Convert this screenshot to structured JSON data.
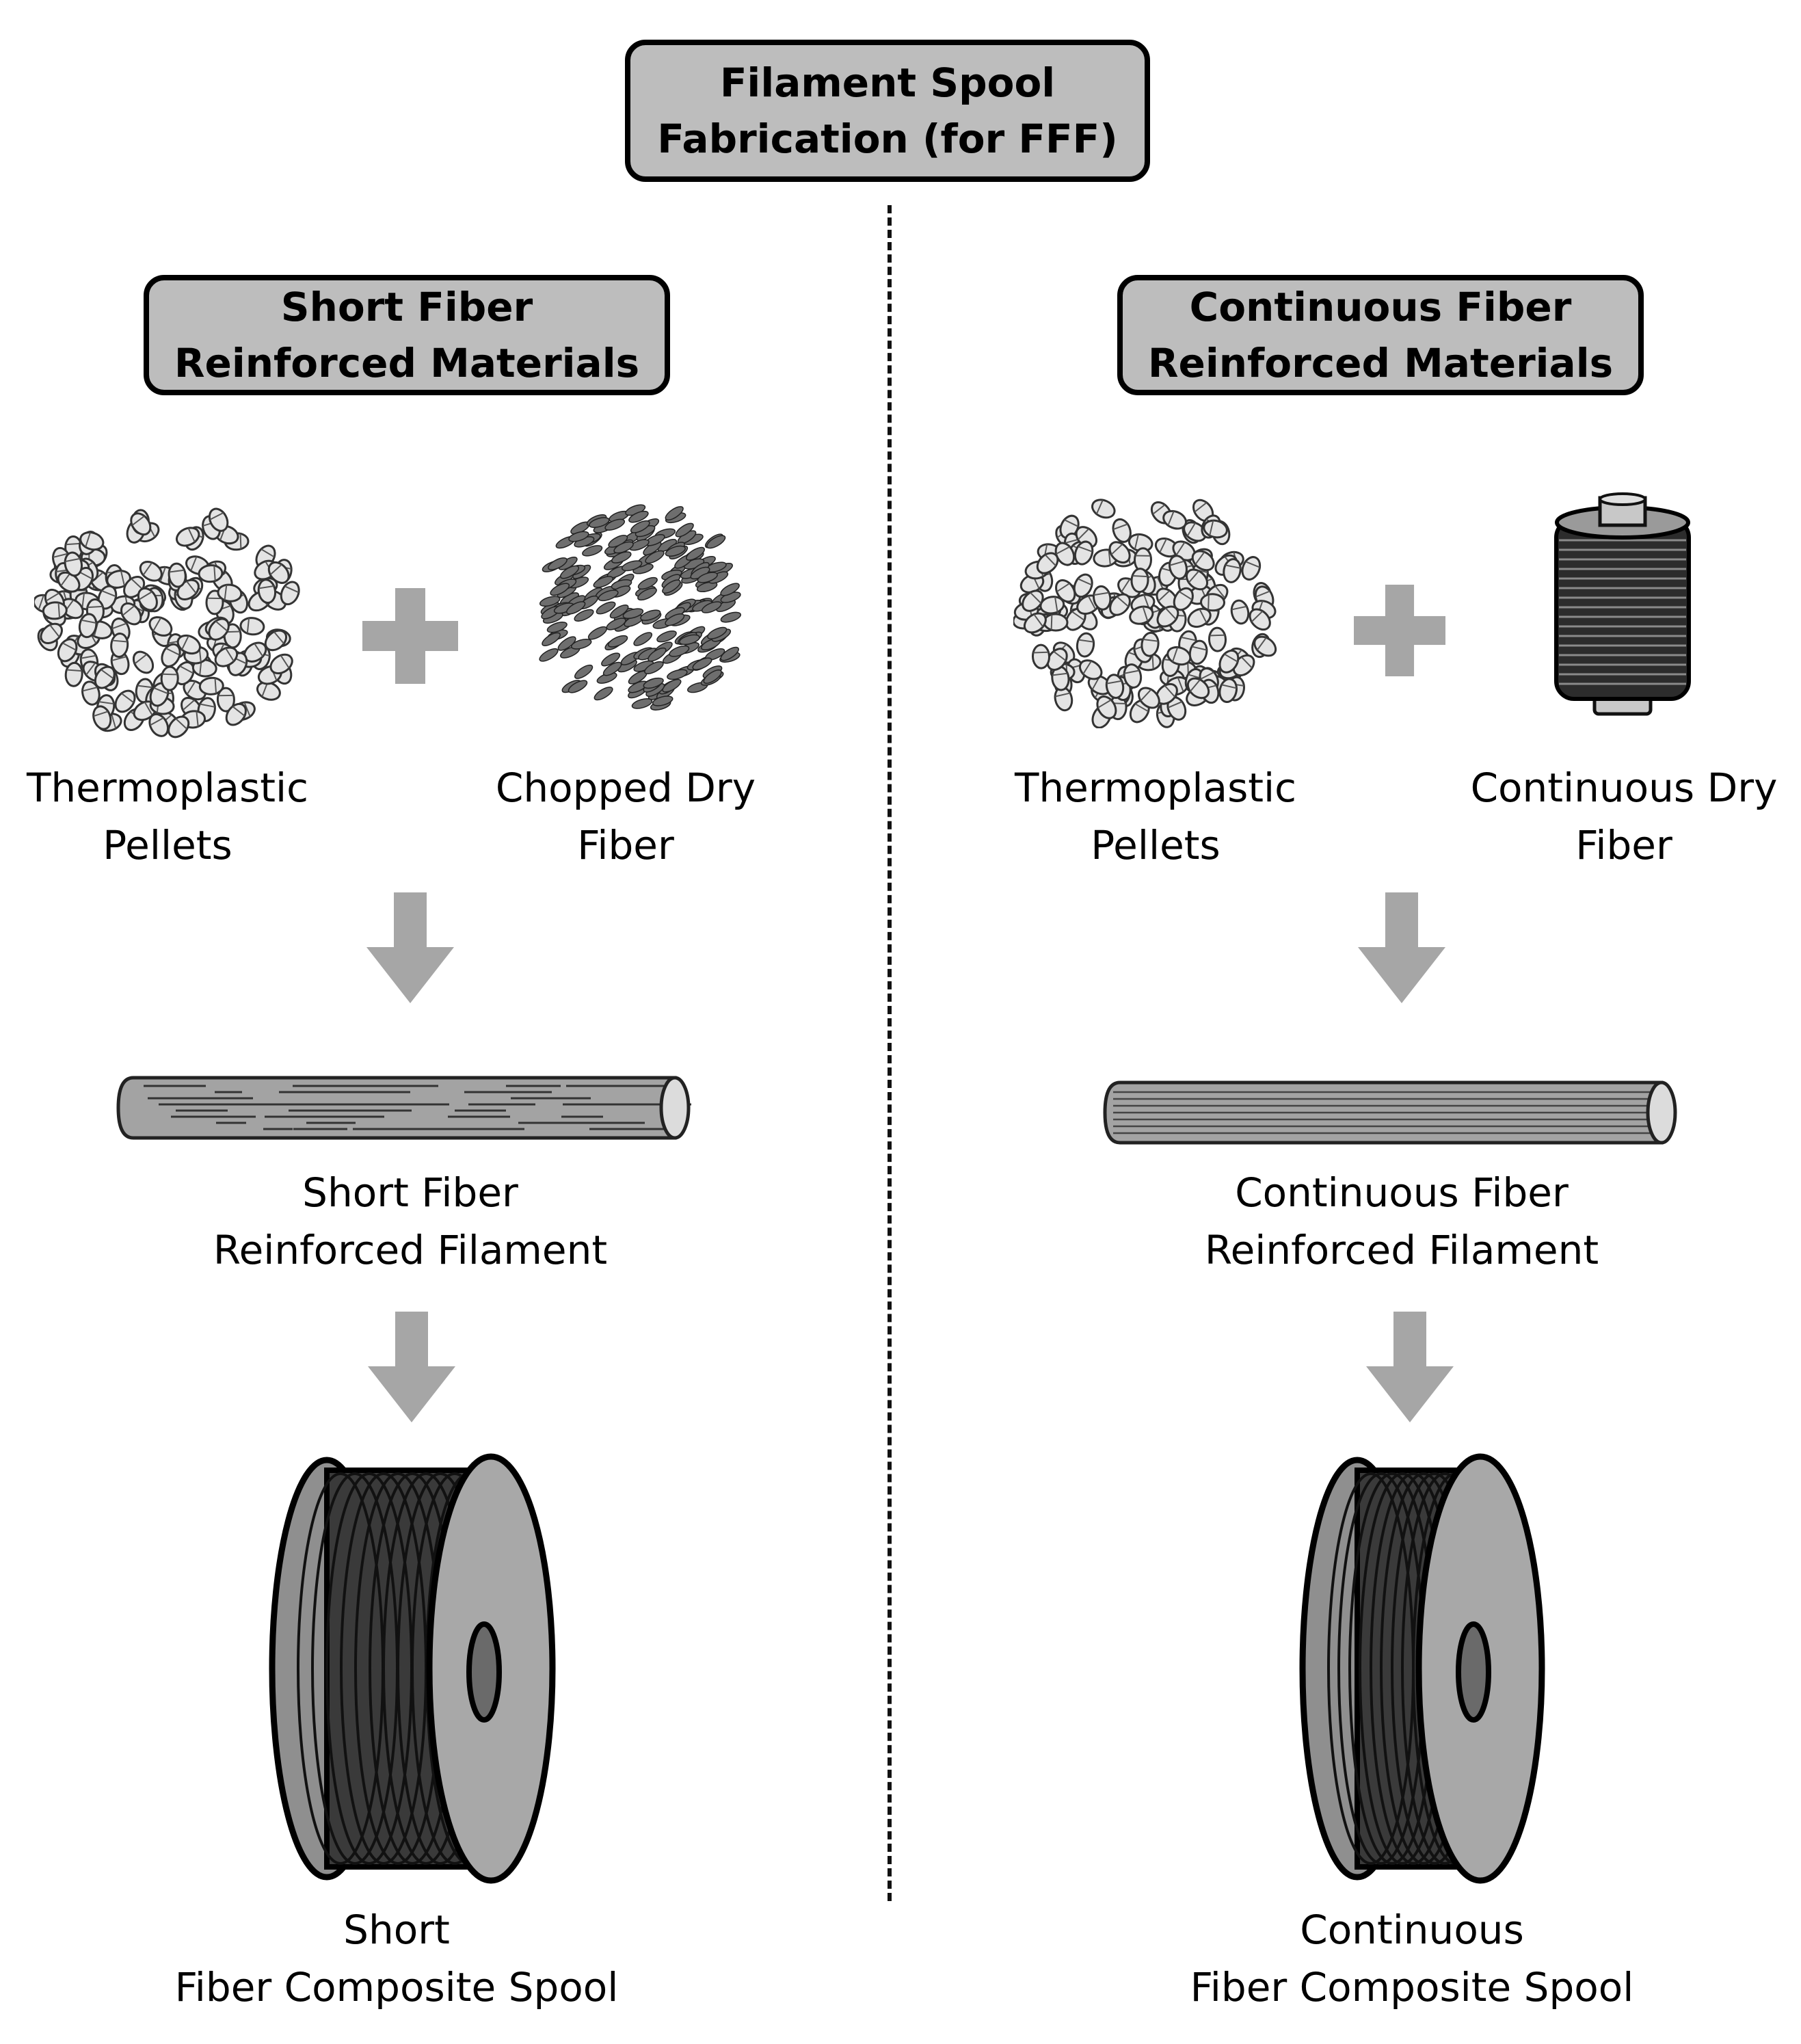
{
  "title": {
    "line1": "Filament Spool",
    "line2": "Fabrication (for FFF)"
  },
  "left": {
    "header": {
      "line1": "Short Fiber",
      "line2": "Reinforced Materials"
    },
    "input1": {
      "line1": "Thermoplastic",
      "line2": "Pellets"
    },
    "input2": {
      "line1": "Chopped Dry",
      "line2": "Fiber"
    },
    "filament": {
      "line1": "Short Fiber",
      "line2": "Reinforced Filament"
    },
    "spool": {
      "line1": "Short",
      "line2": "Fiber Composite Spool"
    }
  },
  "right": {
    "header": {
      "line1": "Continuous Fiber",
      "line2": "Reinforced Materials"
    },
    "input1": {
      "line1": "Thermoplastic",
      "line2": "Pellets"
    },
    "input2": {
      "line1": "Continuous Dry",
      "line2": "Fiber"
    },
    "filament": {
      "line1": "Continuous Fiber",
      "line2": "Reinforced Filament"
    },
    "spool": {
      "line1": "Continuous",
      "line2": "Fiber Composite Spool"
    }
  },
  "colors": {
    "box_fill": "#bdbdbd",
    "arrow": "#a6a6a6",
    "pellet": "#e4e4e4",
    "chopped_fiber": "#6e6e6e",
    "spool_disc": "#a8a8a8",
    "spool_winding": "#3a3a3a"
  },
  "icons": [
    "pellets-icon",
    "plus-icon",
    "chopped-fiber-icon",
    "fiber-bobbin-icon",
    "down-arrow-icon",
    "filament-rod-icon",
    "spool-icon"
  ]
}
